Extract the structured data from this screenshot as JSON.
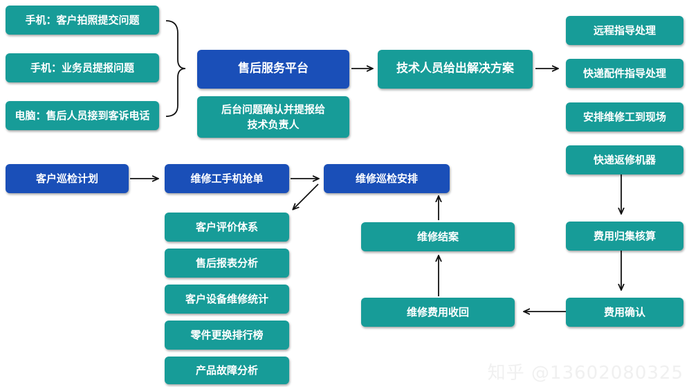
{
  "inputs": {
    "phone_customer": "手机：客户拍照提交问题",
    "phone_salesman": "手机：业务员提报问题",
    "pc_aftersales": "电脑：售后人员接到客诉电话"
  },
  "platform": "售后服务平台",
  "backend_confirm": "后台问题确认并提报给\n技术负责人",
  "tech_solution": "技术人员给出解决方案",
  "solutions": [
    "远程指导处理",
    "快递配件指导处理",
    "安排维修工到现场",
    "快递返修机器"
  ],
  "inspection_plan": "客户巡检计划",
  "grab_order": "维修工手机抢单",
  "inspection_arrange": "维修巡检安排",
  "reports": [
    "客户评价体系",
    "售后报表分析",
    "客户设备维修统计",
    "零件更换排行榜",
    "产品故障分析"
  ],
  "close_case": "维修结案",
  "fee_collect": "维修费用收回",
  "cost_accounting": "费用归集核算",
  "fee_confirm": "费用确认",
  "watermark": "知乎 @13602080325"
}
